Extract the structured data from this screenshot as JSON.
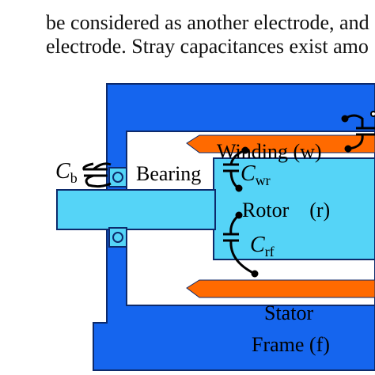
{
  "caption": {
    "line1": "be considered as another electrode, and",
    "line2": "electrode. Stray capacitances exist amo"
  },
  "labels": {
    "bearing": "Bearing",
    "winding": "Winding (w)",
    "rotor": "Rotor　(r)",
    "stator_line1": "Stator",
    "stator_line2": "Frame (f)",
    "cb_main": "C",
    "cb_sub": "b",
    "cwr_main": "C",
    "cwr_sub": "wr",
    "crf_main": "C",
    "crf_sub": "rf"
  },
  "colors": {
    "frame": "#1565ee",
    "rotor": "#55d4f7",
    "winding": "#ff6a00",
    "outline": "#0d2a6b",
    "background": "#ffffff",
    "wire": "#000000"
  }
}
